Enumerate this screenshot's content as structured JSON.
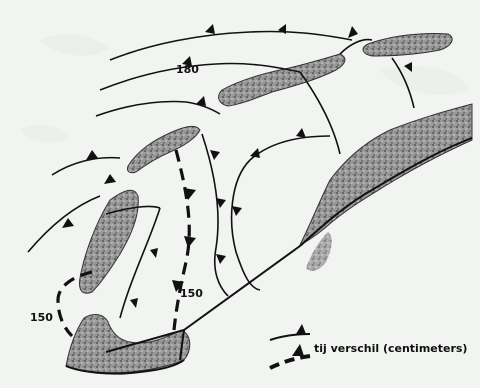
{
  "map": {
    "labels": {
      "contour_180": "180",
      "contour_150_left": "150",
      "contour_150_center": "150"
    },
    "legend": {
      "text": "tij verschil (centimeters)"
    },
    "colors": {
      "background": "#f1f4f1",
      "land_shade": "#8c8c8c",
      "line": "#111111"
    }
  }
}
